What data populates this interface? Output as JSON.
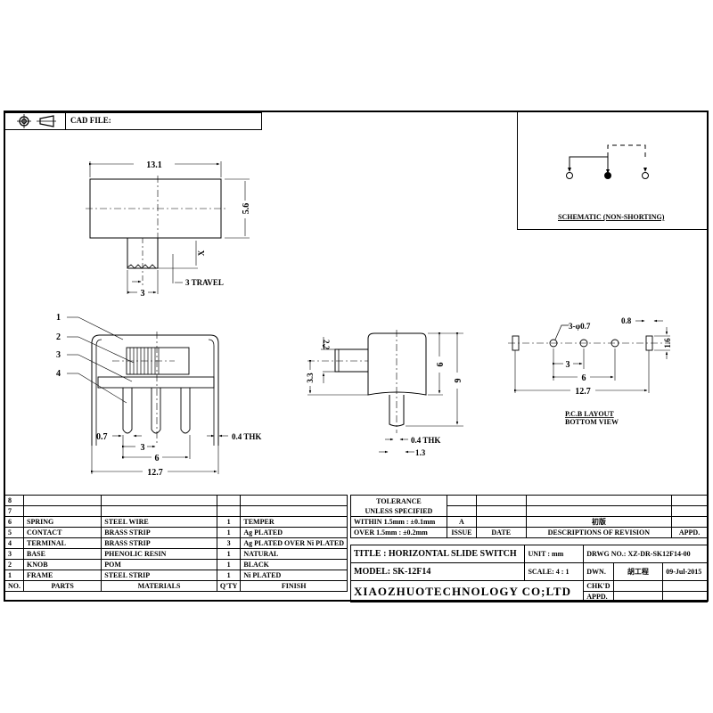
{
  "header": {
    "cad_file_label": "CAD FILE:",
    "projection_icon": "third-angle-projection-icon"
  },
  "schematic": {
    "title": "SCHEMATIC (NON-SHORTING)"
  },
  "top_view": {
    "width_dim": "13.1",
    "height_dim": "5.6",
    "x_dim": "X",
    "travel_dim": "3",
    "travel_label": "3 TRAVEL"
  },
  "front_view": {
    "callouts": [
      "1",
      "2",
      "3",
      "4"
    ],
    "pin_width": "0.7",
    "pitch": "3",
    "span": "6",
    "overall": "12.7",
    "thickness": "0.4 THK"
  },
  "side_view": {
    "knob_height": "2.2",
    "knob_offset": "3.3",
    "body_height": "6",
    "total_height": "9",
    "thickness": "0.4 THK",
    "pin_width": "1.3"
  },
  "pcb_layout": {
    "hole_spec": "3-φ0.7",
    "slot_width": "0.8",
    "slot_height": "1.6",
    "pitch": "3",
    "span": "6",
    "overall": "12.7",
    "title_line1": "P.C.B LAYOUT",
    "title_line2": "BOTTOM VIEW"
  },
  "bom": {
    "headers": [
      "NO.",
      "PARTS",
      "MATERIALS",
      "Q'TY",
      "FINISH"
    ],
    "rows": [
      {
        "no": "8",
        "part": "",
        "material": "",
        "qty": "",
        "finish": ""
      },
      {
        "no": "7",
        "part": "",
        "material": "",
        "qty": "",
        "finish": ""
      },
      {
        "no": "6",
        "part": "SPRING",
        "material": "STEEL WIRE",
        "qty": "1",
        "finish": "TEMPER"
      },
      {
        "no": "5",
        "part": "CONTACT",
        "material": "BRASS STRIP",
        "qty": "1",
        "finish": "Ag PLATED"
      },
      {
        "no": "4",
        "part": "TERMINAL",
        "material": "BRASS STRIP",
        "qty": "3",
        "finish": "Ag PLATED OVER Ni PLATED"
      },
      {
        "no": "3",
        "part": "BASE",
        "material": "PHENOLIC RESIN",
        "qty": "1",
        "finish": "NATURAL"
      },
      {
        "no": "2",
        "part": "KNOB",
        "material": "POM",
        "qty": "1",
        "finish": "BLACK"
      },
      {
        "no": "1",
        "part": "FRAME",
        "material": "STEEL STRIP",
        "qty": "1",
        "finish": "Ni PLATED"
      }
    ]
  },
  "tolerance": {
    "title1": "TOLERANCE",
    "title2": "UNLESS   SPECIFIED",
    "line1": "WITHIN  1.5mm : ±0.1mm",
    "line2": "OVER  1.5mm : ±0.2mm"
  },
  "revision": {
    "issue_value": "A",
    "description_value": "初版",
    "headers": [
      "ISSUE",
      "DATE",
      "DESCRIPTIONS OF REVISION",
      "APPD."
    ]
  },
  "title_block": {
    "title": "TITLE :   HORIZONTAL SLIDE SWITCH",
    "unit": "UNIT :  mm",
    "drawing_no": "DRWG NO.:  XZ-DR-SK12F14-00",
    "model": "MODEL:   SK-12F14",
    "scale": "SCALE:  4 : 1",
    "company": "XIAOZHUOTECHNOLOGY  CO;LTD",
    "dwn_label": "DWN.",
    "dwn_name": "胡工程",
    "dwn_date": "09-Jul-2015",
    "chkd_label": "CHK'D",
    "appd_label": "APPD."
  }
}
